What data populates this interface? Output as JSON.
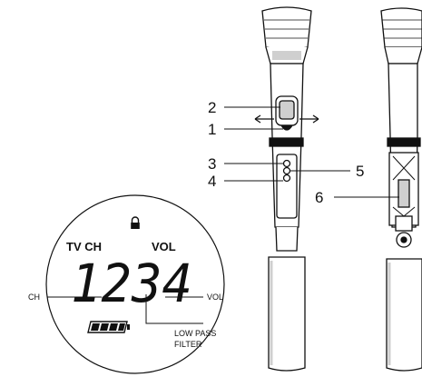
{
  "lcd": {
    "left_header": "TV CH",
    "right_header": "VOL",
    "digits": "1234",
    "lock_icon": "lock-icon",
    "battery_icon": "battery-icon",
    "battery_level": 1.0
  },
  "annotations": {
    "ch": "CH",
    "vol": "VOL",
    "low_pass_line1": "LOW PASS",
    "low_pass_line2": "FILTER"
  },
  "callouts": [
    "1",
    "2",
    "3",
    "4",
    "5",
    "6"
  ],
  "colors": {
    "ink": "#111111",
    "background": "#ffffff",
    "shading": "#cfcfcf"
  }
}
